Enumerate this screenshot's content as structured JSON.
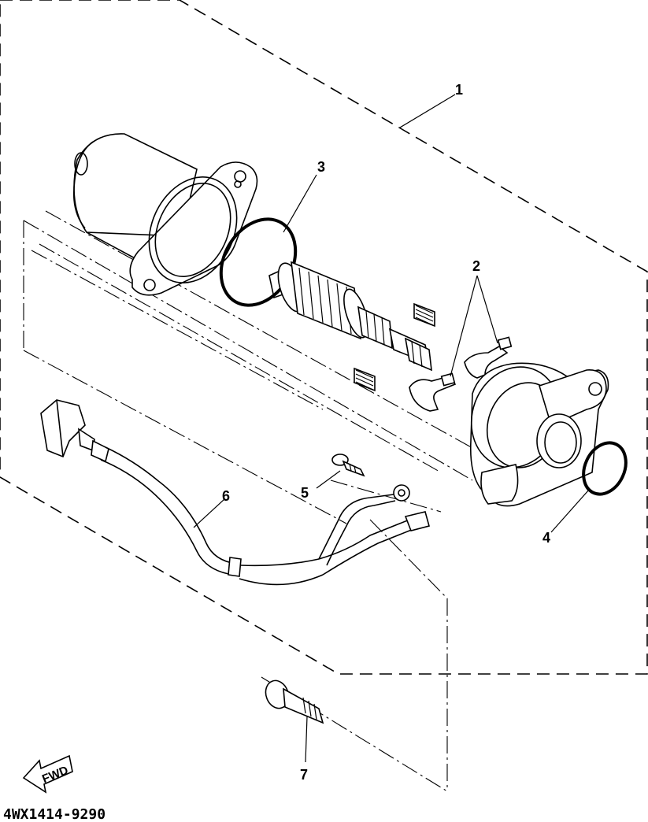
{
  "callouts": {
    "c1": "1",
    "c2": "2",
    "c3": "3",
    "c4": "4",
    "c5": "5",
    "c6": "6",
    "c7": "7"
  },
  "fwd_label": "FWD",
  "diagram_code": "4WX1414-9290"
}
